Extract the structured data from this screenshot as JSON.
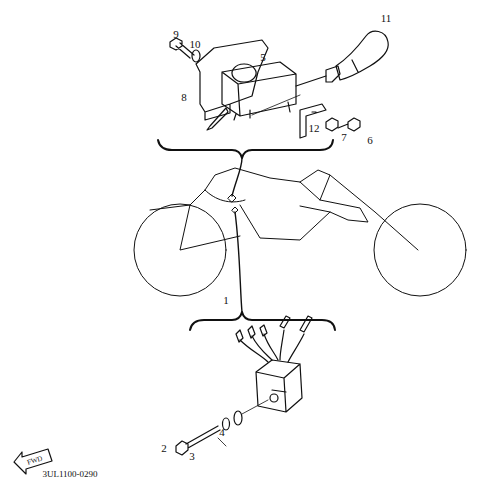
{
  "diagram": {
    "labels": [
      "9",
      "10",
      "5",
      "11",
      "8",
      "12",
      "7",
      "6",
      "1",
      "2",
      "3",
      "4",
      "FWD",
      "3UL1100-0290"
    ]
  }
}
